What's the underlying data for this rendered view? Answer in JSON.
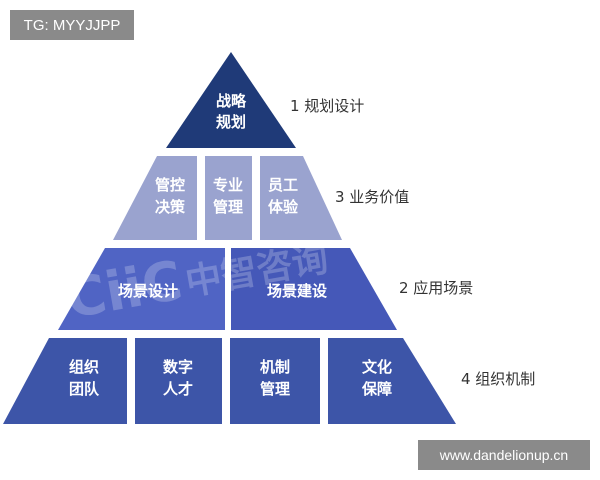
{
  "badges": {
    "top_left": "TG: MYYJJPP",
    "bottom_right": "www.dandelionup.cn"
  },
  "watermark": {
    "latin": "CiiC",
    "cjk": "中智咨询"
  },
  "pyramid": {
    "tier1": {
      "blocks": [
        {
          "line1": "战略",
          "line2": "规划"
        }
      ],
      "label": "1 规划设计"
    },
    "tier2": {
      "blocks": [
        {
          "line1": "管控",
          "line2": "决策"
        },
        {
          "line1": "专业",
          "line2": "管理"
        },
        {
          "line1": "员工",
          "line2": "体验"
        }
      ],
      "label": "3 业务价值"
    },
    "tier3": {
      "blocks": [
        {
          "text": "场景设计"
        },
        {
          "text": "场景建设"
        }
      ],
      "label": "2 应用场景"
    },
    "tier4": {
      "blocks": [
        {
          "line1": "组织",
          "line2": "团队"
        },
        {
          "line1": "数字",
          "line2": "人才"
        },
        {
          "line1": "机制",
          "line2": "管理"
        },
        {
          "line1": "文化",
          "line2": "保障"
        }
      ],
      "label": "4 组织机制"
    }
  },
  "colors": {
    "tier1": "#1f3a78",
    "tier2": "#9aa3cf",
    "tier3": "#4a5ec2",
    "tier4": "#3d55a8",
    "gap": "#ffffff"
  }
}
